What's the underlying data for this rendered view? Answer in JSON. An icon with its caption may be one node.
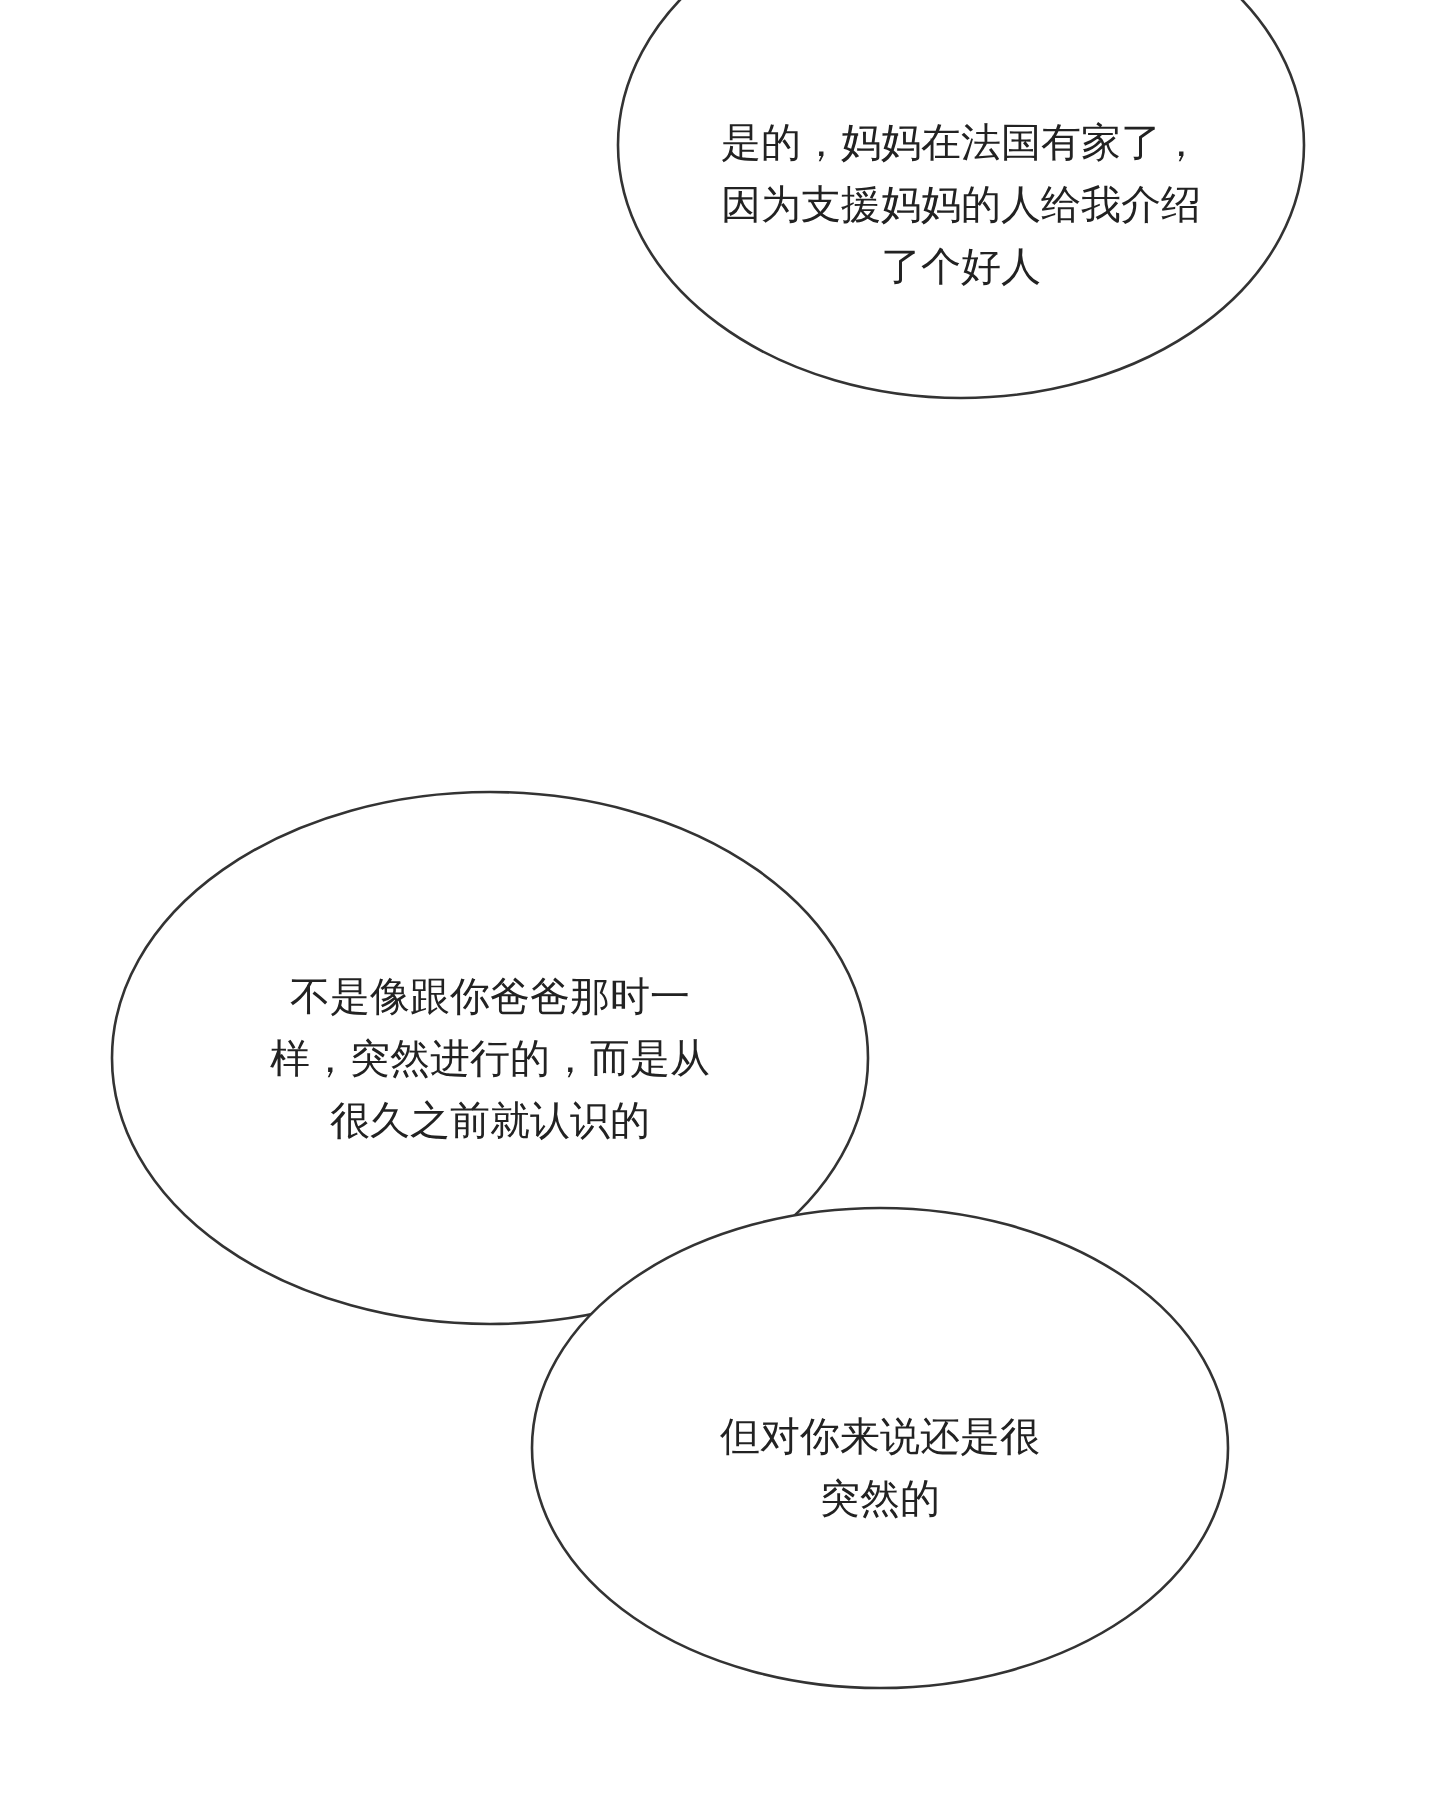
{
  "diagram": {
    "nodes": [
      {
        "text": [
          "是的，妈妈在法国有家了，因为支援妈妈的人给我介绍了个好人"
        ]
      },
      {
        "text": [
          "不是像跟你爸爸那时一样，突然进行的，而是从很久之前就认识的"
        ]
      },
      {
        "text": [
          "但对你来说还是很突然的"
        ]
      }
    ]
  }
}
